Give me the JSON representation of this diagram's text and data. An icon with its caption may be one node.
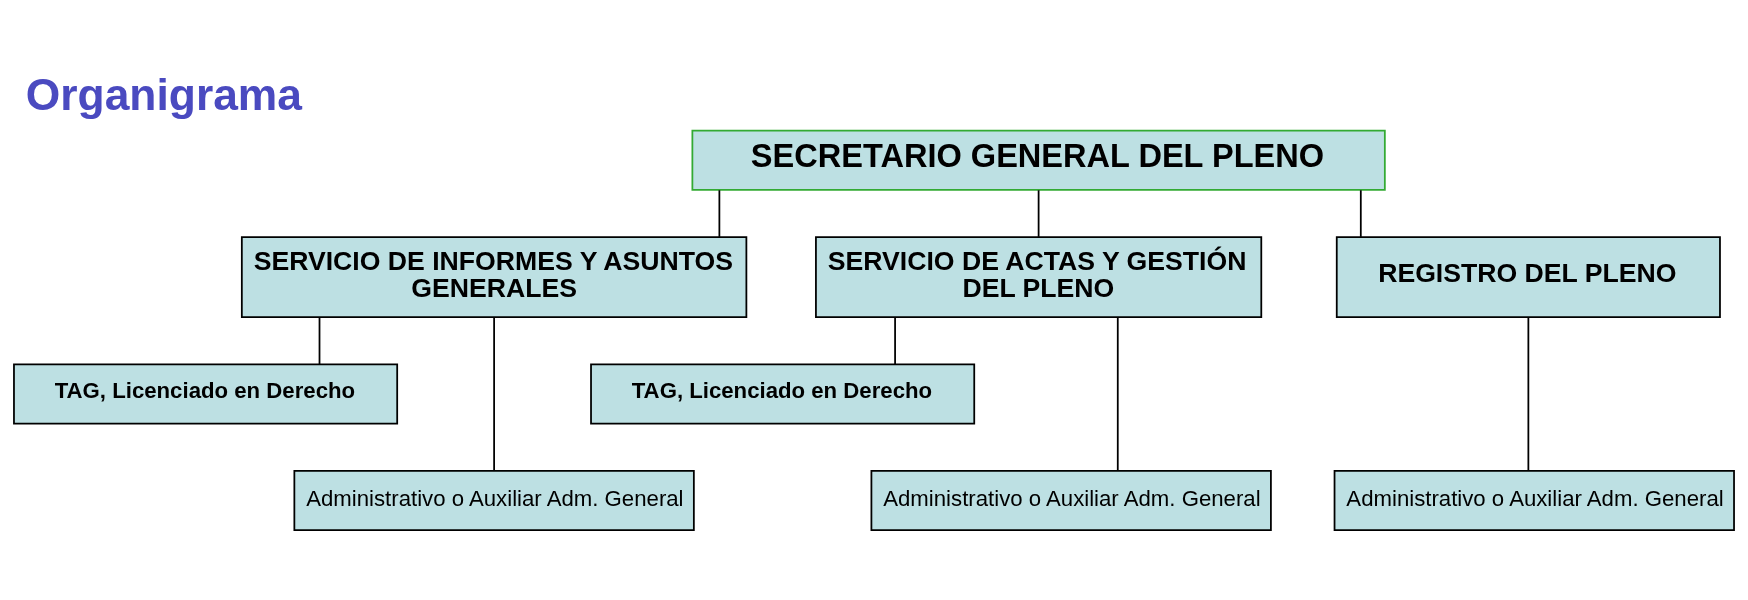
{
  "diagram": {
    "title": "Organigrama",
    "nodes": [
      {
        "text": [
          "SECRETARIO GENERAL DEL PLENO"
        ]
      },
      {
        "text": [
          "SERVICIO DE INFORMES Y ASUNTOS GENERALES"
        ]
      },
      {
        "text": [
          "SERVICIO DE ACTAS Y GESTIÓN DEL PLENO"
        ]
      },
      {
        "text": [
          "REGISTRO DEL PLENO"
        ]
      },
      {
        "text": [
          "TAG, Licenciado en Derecho"
        ]
      },
      {
        "text": [
          "Administrativo o Auxiliar Adm. General"
        ]
      },
      {
        "text": [
          "TAG, Licenciado en Derecho"
        ]
      },
      {
        "text": [
          "Administrativo o Auxiliar Adm. General"
        ]
      },
      {
        "text": [
          "Administrativo o Auxiliar Adm. General"
        ]
      }
    ],
    "edges": [
      {
        "from": 0,
        "to": 1,
        "arrow": "none"
      },
      {
        "from": 0,
        "to": 2,
        "arrow": "none"
      },
      {
        "from": 0,
        "to": 3,
        "arrow": "none"
      },
      {
        "from": 1,
        "to": 4,
        "arrow": "none"
      },
      {
        "from": 1,
        "to": 5,
        "arrow": "none"
      },
      {
        "from": 2,
        "to": 6,
        "arrow": "none"
      },
      {
        "from": 2,
        "to": 7,
        "arrow": "none"
      },
      {
        "from": 3,
        "to": 8,
        "arrow": "none"
      }
    ]
  }
}
